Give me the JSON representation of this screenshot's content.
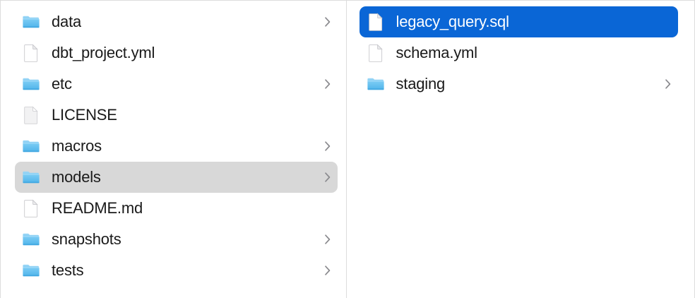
{
  "view": {
    "kind": "finder-column-view",
    "accent_selection_color": "#0a66d6",
    "inactive_selection_color": "#d8d8d8",
    "folder_icon_color": "#54b9f0",
    "divider_color": "#dcdcdc",
    "text_color": "#1a1a1a",
    "selected_text_color": "#ffffff"
  },
  "columns": [
    {
      "name": "parent-column",
      "items": [
        {
          "label": "data",
          "icon": "folder-icon",
          "type": "folder",
          "has_chevron": true,
          "selected": false
        },
        {
          "label": "dbt_project.yml",
          "icon": "file-document-icon",
          "type": "file",
          "has_chevron": false,
          "selected": false
        },
        {
          "label": "etc",
          "icon": "folder-icon",
          "type": "folder",
          "has_chevron": true,
          "selected": false
        },
        {
          "label": "LICENSE",
          "icon": "file-generic-icon",
          "type": "file",
          "has_chevron": false,
          "selected": false
        },
        {
          "label": "macros",
          "icon": "folder-icon",
          "type": "folder",
          "has_chevron": true,
          "selected": false
        },
        {
          "label": "models",
          "icon": "folder-icon",
          "type": "folder",
          "has_chevron": true,
          "selected": true,
          "selection_style": "gray"
        },
        {
          "label": "README.md",
          "icon": "file-document-icon",
          "type": "file",
          "has_chevron": false,
          "selected": false
        },
        {
          "label": "snapshots",
          "icon": "folder-icon",
          "type": "folder",
          "has_chevron": true,
          "selected": false
        },
        {
          "label": "tests",
          "icon": "folder-icon",
          "type": "folder",
          "has_chevron": true,
          "selected": false
        }
      ]
    },
    {
      "name": "child-column",
      "items": [
        {
          "label": "legacy_query.sql",
          "icon": "file-document-icon",
          "type": "file",
          "has_chevron": false,
          "selected": true,
          "selection_style": "blue"
        },
        {
          "label": "schema.yml",
          "icon": "file-document-icon",
          "type": "file",
          "has_chevron": false,
          "selected": false
        },
        {
          "label": "staging",
          "icon": "folder-icon",
          "type": "folder",
          "has_chevron": true,
          "selected": false
        }
      ]
    }
  ]
}
